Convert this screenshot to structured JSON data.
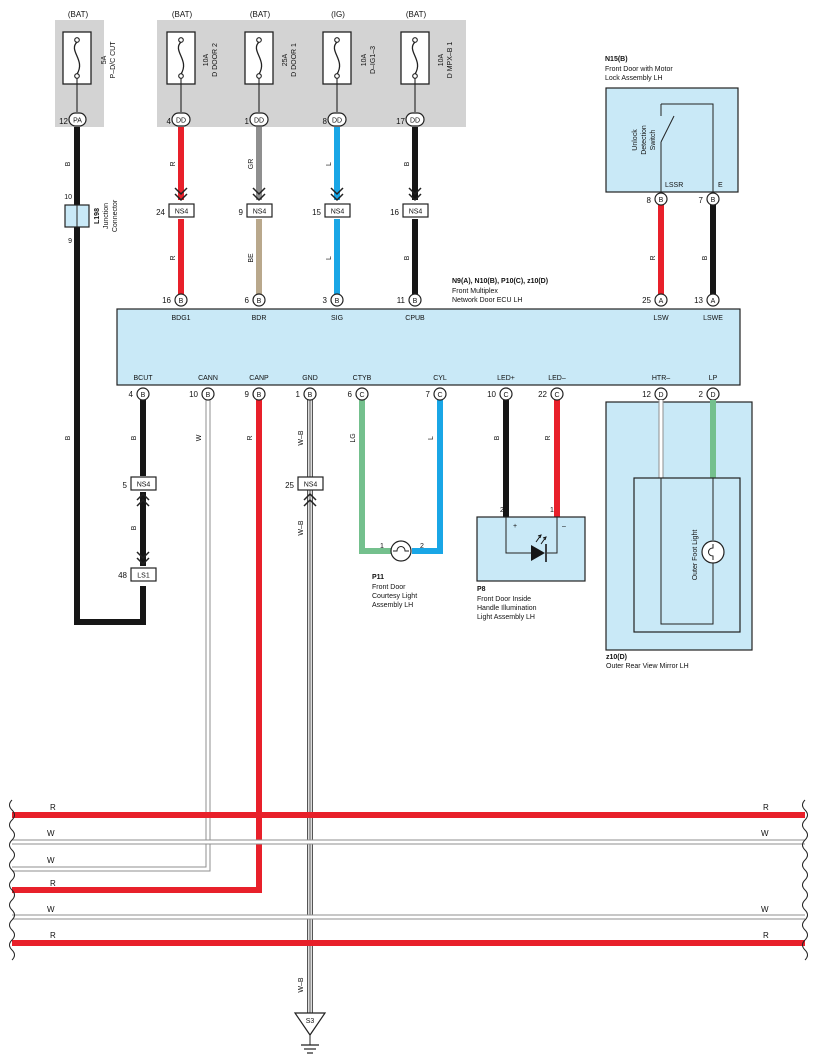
{
  "colors": {
    "red": "#e8202a",
    "black": "#161616",
    "gray": "#8f8f8f",
    "blue": "#19a6e6",
    "tan": "#b9a88c",
    "green": "#74c08d",
    "white_wire": "#c8c8c8",
    "fuse_box": "#d3d3d3",
    "component_fill": "#c9e9f7"
  },
  "fuses": [
    {
      "source": "(BAT)",
      "rating": "5A",
      "name": "P–D/C CUT",
      "pin": "12",
      "connector": "PA"
    },
    {
      "source": "(BAT)",
      "rating": "10A",
      "name": "D DOOR 2",
      "pin": "4",
      "connector": "DD"
    },
    {
      "source": "(BAT)",
      "rating": "25A",
      "name": "D DOOR 1",
      "pin": "1",
      "connector": "DD"
    },
    {
      "source": "(IG)",
      "rating": "10A",
      "name": "D–IG1–3",
      "pin": "8",
      "connector": "DD"
    },
    {
      "source": "(BAT)",
      "rating": "10A",
      "name": "D MPX–B 1",
      "pin": "17",
      "connector": "DD"
    }
  ],
  "wire_colors": {
    "B": "B",
    "R": "R",
    "GR": "GR",
    "L": "L",
    "BE": "BE",
    "W": "W",
    "LG": "LG",
    "WB": "W–B"
  },
  "junction": {
    "id": "L198",
    "name_line1": "Junction",
    "name_line2": "Connector",
    "pin_top": "10",
    "pin_bottom": "9"
  },
  "inline_connectors": {
    "ns4": "NS4",
    "ls1": "LS1",
    "pins": {
      "p24": "24",
      "p9": "9",
      "p15": "15",
      "p16": "16",
      "p5": "5",
      "p25": "25",
      "p48": "48"
    }
  },
  "ecu": {
    "title": "N9(A), N10(B), P10(C), z10(D)",
    "line1": "Front Multiplex",
    "line2": "Network Door ECU LH",
    "top_pins": [
      {
        "num": "16",
        "conn": "B",
        "label": "BDG1"
      },
      {
        "num": "6",
        "conn": "B",
        "label": "BDR"
      },
      {
        "num": "3",
        "conn": "B",
        "label": "SIG"
      },
      {
        "num": "11",
        "conn": "B",
        "label": "CPUB"
      },
      {
        "num": "25",
        "conn": "A",
        "label": "LSW"
      },
      {
        "num": "13",
        "conn": "A",
        "label": "LSWE"
      }
    ],
    "bottom_pins": [
      {
        "num": "4",
        "conn": "B",
        "label": "BCUT"
      },
      {
        "num": "10",
        "conn": "B",
        "label": "CANN"
      },
      {
        "num": "9",
        "conn": "B",
        "label": "CANP"
      },
      {
        "num": "1",
        "conn": "B",
        "label": "GND"
      },
      {
        "num": "6",
        "conn": "C",
        "label": "CTYB"
      },
      {
        "num": "7",
        "conn": "C",
        "label": "CYL"
      },
      {
        "num": "10",
        "conn": "C",
        "label": "LED+"
      },
      {
        "num": "22",
        "conn": "C",
        "label": "LED–"
      },
      {
        "num": "12",
        "conn": "D",
        "label": "HTR–"
      },
      {
        "num": "2",
        "conn": "D",
        "label": "LP"
      }
    ]
  },
  "n15": {
    "id": "N15(B)",
    "line1": "Front Door with Motor",
    "line2": "Lock Assembly LH",
    "switch_l1": "Unlock",
    "switch_l2": "Detection",
    "switch_l3": "Switch",
    "t1": "LSSR",
    "t2": "E",
    "pin1": "8",
    "pin2": "7",
    "conn": "B"
  },
  "p11": {
    "id": "P11",
    "line1": "Front Door",
    "line2": "Courtesy Light",
    "line3": "Assembly LH",
    "pin1": "1",
    "pin2": "2"
  },
  "p8": {
    "id": "P8",
    "line1": "Front Door Inside",
    "line2": "Handle Illumination",
    "line3": "Light Assembly LH",
    "pin_plus": "2",
    "pin_minus": "1",
    "plus": "+",
    "minus": "–"
  },
  "z10": {
    "id": "z10(D)",
    "line1": "Outer Rear View Mirror LH",
    "inner": "Outer Foot Light"
  },
  "ground": {
    "id": "S3"
  }
}
